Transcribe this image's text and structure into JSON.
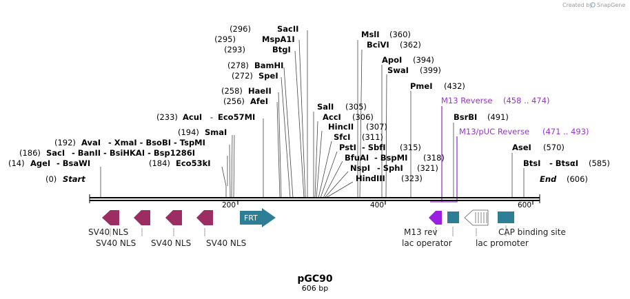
{
  "header": {
    "credit_prefix": "Created by",
    "credit_brand": "SnapGene"
  },
  "map": {
    "name": "pGC90",
    "length_label": "606 bp",
    "ticks": [
      "200",
      "400",
      "600"
    ],
    "ends": {
      "start_pos": "(0)",
      "start_label": "Start",
      "end_label": "End",
      "end_pos": "(606)"
    }
  },
  "sites": {
    "sacII": {
      "pos": "(296)",
      "name": "SacII"
    },
    "mspA1I": {
      "pos": "(295)",
      "name": "MspA1I"
    },
    "btgI": {
      "pos": "(293)",
      "name": "BtgI"
    },
    "bamHI": {
      "pos": "(278)",
      "name": "BamHI"
    },
    "speI": {
      "pos": "(272)",
      "name": "SpeI"
    },
    "haeII": {
      "pos": "(258)",
      "name": "HaeII"
    },
    "afeI": {
      "pos": "(256)",
      "name": "AfeI"
    },
    "acuI": {
      "pos": "(233)",
      "name": "AcuI",
      "sep": "-",
      "name2": "Eco57MI"
    },
    "smaI": {
      "pos": "(194)",
      "name": "SmaI"
    },
    "avaI": {
      "pos": "(192)",
      "name": "AvaI",
      "others": "- XmaI - BsoBI - TspMI"
    },
    "sacI": {
      "pos": "(186)",
      "name": "SacI",
      "others": "- BanII - BsiHKAI - Bsp1286I"
    },
    "eco53kI": {
      "pos": "(184)",
      "name": "Eco53kI"
    },
    "ageI": {
      "pos": "(14)",
      "name": "AgeI",
      "others": "- BsaWI"
    },
    "mslI": {
      "name": "MslI",
      "pos": "(360)"
    },
    "bclVI": {
      "name": "BciVI",
      "pos": "(362)"
    },
    "apoI": {
      "name": "ApoI",
      "pos": "(394)"
    },
    "swaI": {
      "name": "SwaI",
      "pos": "(399)"
    },
    "pmeI": {
      "name": "PmeI",
      "pos": "(432)"
    },
    "salI": {
      "name": "SalI",
      "pos": "(305)"
    },
    "accI": {
      "name": "AccI",
      "pos": "(306)"
    },
    "hincII": {
      "name": "HincII",
      "pos": "(307)"
    },
    "sfcI": {
      "name": "SfcI",
      "pos": "(311)"
    },
    "pstI": {
      "name": "PstI",
      "others": "- SbfI",
      "pos": "(315)"
    },
    "bfuAI": {
      "name": "BfuAI",
      "others": "- BspMI",
      "pos": "(318)"
    },
    "nspI": {
      "name": "NspI",
      "others": "- SphI",
      "pos": "(321)"
    },
    "hindIII": {
      "name": "HindIII",
      "pos": "(323)"
    },
    "bsrBI": {
      "name": "BsrBI",
      "pos": "(491)"
    },
    "aseI": {
      "name": "AseI",
      "pos": "(570)"
    },
    "btsI": {
      "name": "BtsI",
      "others": "- BtsαI",
      "pos": "(585)"
    }
  },
  "primers": {
    "m13_reverse": {
      "name": "M13 Reverse",
      "range": "(458 .. 474)"
    },
    "m13_puc_reverse": {
      "name": "M13/pUC Reverse",
      "range": "(471 .. 493)"
    }
  },
  "features": {
    "frt": "FRT",
    "sv40_nls_1": "SV40 NLS",
    "sv40_nls_2": "SV40 NLS",
    "sv40_nls_3": "SV40 NLS",
    "sv40_nls_4": "SV40 NLS",
    "m13_rev": "M13 rev",
    "lac_operator": "lac operator",
    "lac_promoter": "lac promoter",
    "cap_binding_site": "CAP binding site"
  },
  "colors": {
    "nls": "#9b2d62",
    "frt": "#2e7f96",
    "lac_operator": "#2e7f96",
    "cap_binding_site": "#2e7f96",
    "m13_rev": "#9b1fe0",
    "primer": "#9933cc"
  }
}
